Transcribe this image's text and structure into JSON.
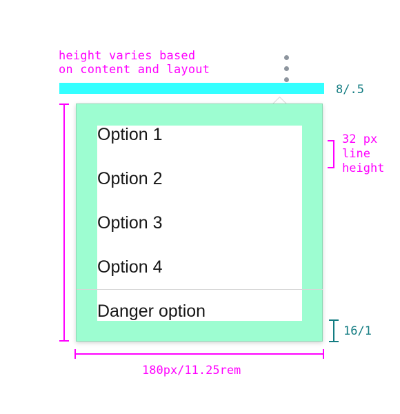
{
  "annotations": {
    "height_note": "height varies based\non content and layout",
    "spacing_bar": "8/.5",
    "line_height": "32 px\nline\nheight",
    "bottom_padding": "16/1",
    "width": "180px/11.25rem"
  },
  "menu": {
    "options": [
      "Option 1",
      "Option 2",
      "Option 3",
      "Option 4"
    ],
    "danger_option": "Danger option"
  },
  "colors": {
    "annotation_magenta": "#ff00ff",
    "annotation_teal": "#137c82",
    "spacing_cyan": "#33ffff",
    "padding_green": "#9dfdd1",
    "overflow_dots": "#8d959e",
    "text": "#161616",
    "divider": "#d6d6d6"
  },
  "icons": {
    "overflow": "overflow-menu-vertical-icon"
  }
}
